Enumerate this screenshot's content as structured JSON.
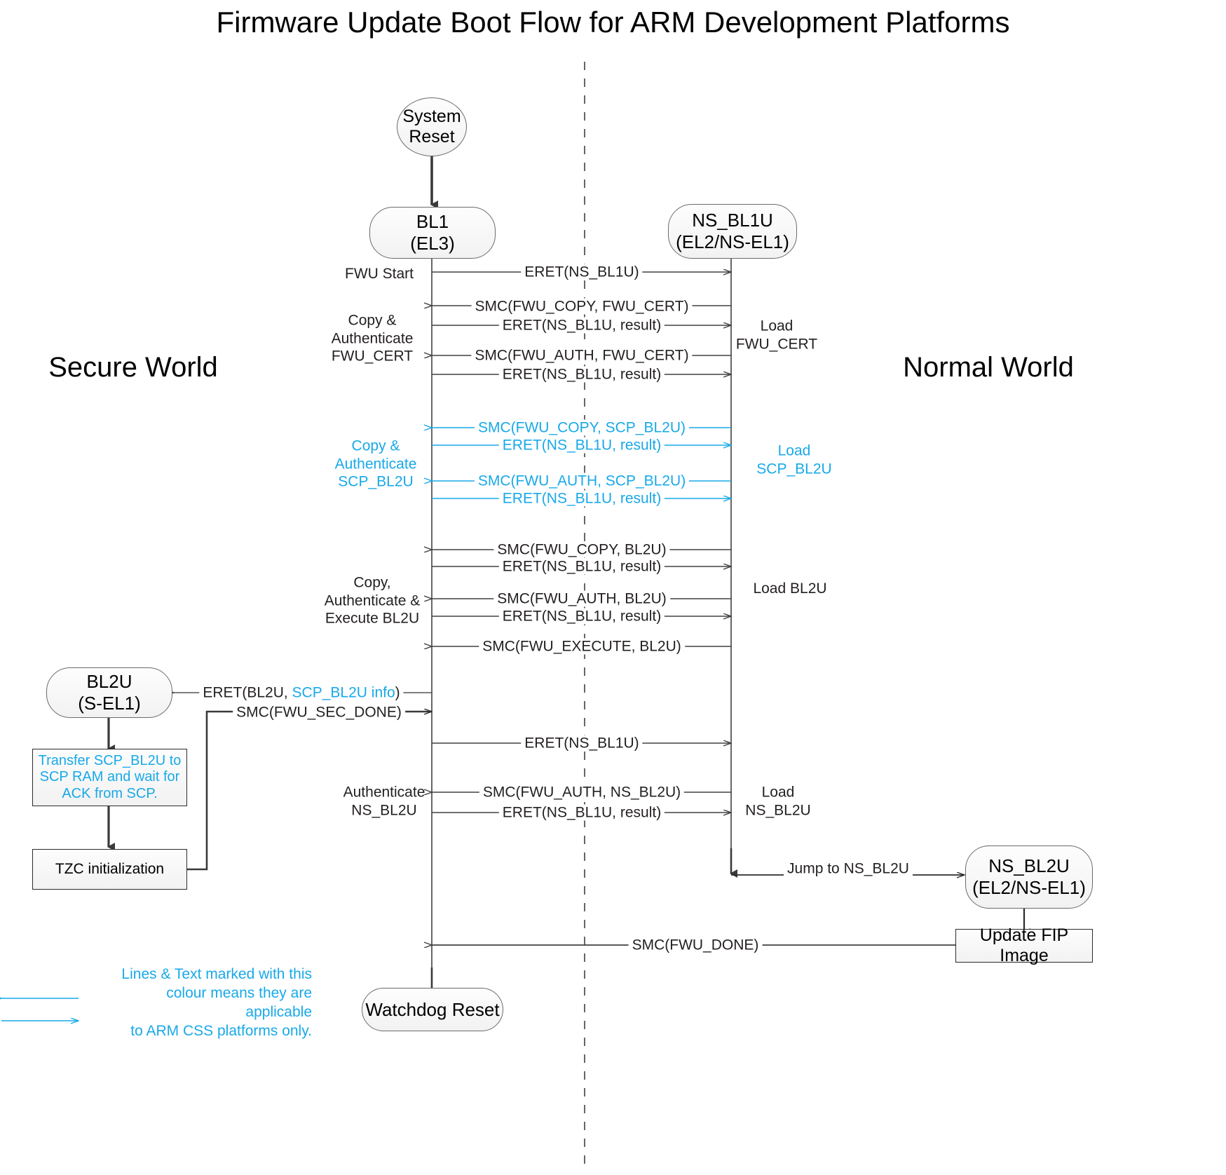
{
  "title": "Firmware Update Boot Flow for ARM Development Platforms",
  "colors": {
    "cyan": "#18a9e8",
    "black": "#231f20",
    "line": "#404040",
    "node_border": "#6b6b6b",
    "node_fill": "#f5f5f5"
  },
  "worlds": {
    "secure": "Secure\nWorld",
    "normal": "Normal\nWorld"
  },
  "nodes": {
    "system_reset": "System\nReset",
    "bl1": "BL1\n(EL3)",
    "ns_bl1u": "NS_BL1U\n(EL2/NS-EL1)",
    "bl2u": "BL2U\n(S-EL1)",
    "transfer_scp": "Transfer SCP_BL2U to\nSCP RAM and wait for\nACK from SCP.",
    "tzc_init": "TZC initialization",
    "ns_bl2u": "NS_BL2U\n(EL2/NS-EL1)",
    "update_fip": "Update FIP Image",
    "watchdog_reset": "Watchdog Reset"
  },
  "messages": [
    {
      "id": "m1",
      "label": "ERET(NS_BL1U)",
      "color": "black",
      "dir": "right"
    },
    {
      "id": "m2",
      "label": "SMC(FWU_COPY, FWU_CERT)",
      "color": "black",
      "dir": "left"
    },
    {
      "id": "m3",
      "label": "ERET(NS_BL1U, result)",
      "color": "black",
      "dir": "right"
    },
    {
      "id": "m4",
      "label": "SMC(FWU_AUTH, FWU_CERT)",
      "color": "black",
      "dir": "left"
    },
    {
      "id": "m5",
      "label": "ERET(NS_BL1U, result)",
      "color": "black",
      "dir": "right"
    },
    {
      "id": "m6",
      "label": "SMC(FWU_COPY, SCP_BL2U)",
      "color": "cyan",
      "dir": "left"
    },
    {
      "id": "m7",
      "label": "ERET(NS_BL1U, result)",
      "color": "cyan",
      "dir": "right"
    },
    {
      "id": "m8",
      "label": "SMC(FWU_AUTH, SCP_BL2U)",
      "color": "cyan",
      "dir": "left"
    },
    {
      "id": "m9",
      "label": "ERET(NS_BL1U, result)",
      "color": "cyan",
      "dir": "right"
    },
    {
      "id": "m10",
      "label": "SMC(FWU_COPY, BL2U)",
      "color": "black",
      "dir": "left"
    },
    {
      "id": "m11",
      "label": "ERET(NS_BL1U, result)",
      "color": "black",
      "dir": "right"
    },
    {
      "id": "m12",
      "label": "SMC(FWU_AUTH, BL2U)",
      "color": "black",
      "dir": "left"
    },
    {
      "id": "m13",
      "label": "ERET(NS_BL1U, result)",
      "color": "black",
      "dir": "right"
    },
    {
      "id": "m14",
      "label": "SMC(FWU_EXECUTE, BL2U)",
      "color": "black",
      "dir": "left"
    },
    {
      "id": "m15",
      "label": "SMC(FWU_SEC_DONE)",
      "color": "black",
      "dir": "right"
    },
    {
      "id": "m16",
      "label": "ERET(NS_BL1U)",
      "color": "black",
      "dir": "right"
    },
    {
      "id": "m17",
      "label": "SMC(FWU_AUTH, NS_BL2U)",
      "color": "black",
      "dir": "left"
    },
    {
      "id": "m18",
      "label": "ERET(NS_BL1U, result)",
      "color": "black",
      "dir": "right"
    },
    {
      "id": "m19",
      "label": "Jump to NS_BL2U",
      "color": "black",
      "dir": "right"
    },
    {
      "id": "m20",
      "label": "SMC(FWU_DONE)",
      "color": "black",
      "dir": "left"
    }
  ],
  "eret_bl2u": {
    "prefix": "ERET(BL2U, ",
    "highlight": "SCP_BL2U info",
    "suffix": ")"
  },
  "annotations": {
    "left": [
      {
        "id": "a1",
        "text": "FWU Start",
        "color": "black"
      },
      {
        "id": "a2",
        "text": "Copy &\nAuthenticate\nFWU_CERT",
        "color": "black"
      },
      {
        "id": "a3",
        "text": "Copy &\nAuthenticate\nSCP_BL2U",
        "color": "cyan"
      },
      {
        "id": "a4",
        "text": "Copy,\nAuthenticate &\nExecute BL2U",
        "color": "black"
      },
      {
        "id": "a5",
        "text": "Authenticate\nNS_BL2U",
        "color": "black"
      }
    ],
    "right": [
      {
        "id": "b1",
        "text": "Load\nFWU_CERT",
        "color": "black"
      },
      {
        "id": "b2",
        "text": "Load\nSCP_BL2U",
        "color": "cyan"
      },
      {
        "id": "b3",
        "text": "Load BL2U",
        "color": "black"
      },
      {
        "id": "b4",
        "text": "Load\nNS_BL2U",
        "color": "black"
      }
    ]
  },
  "legend": {
    "text": "Lines & Text marked with this\ncolour means they are applicable\nto ARM CSS platforms only."
  }
}
